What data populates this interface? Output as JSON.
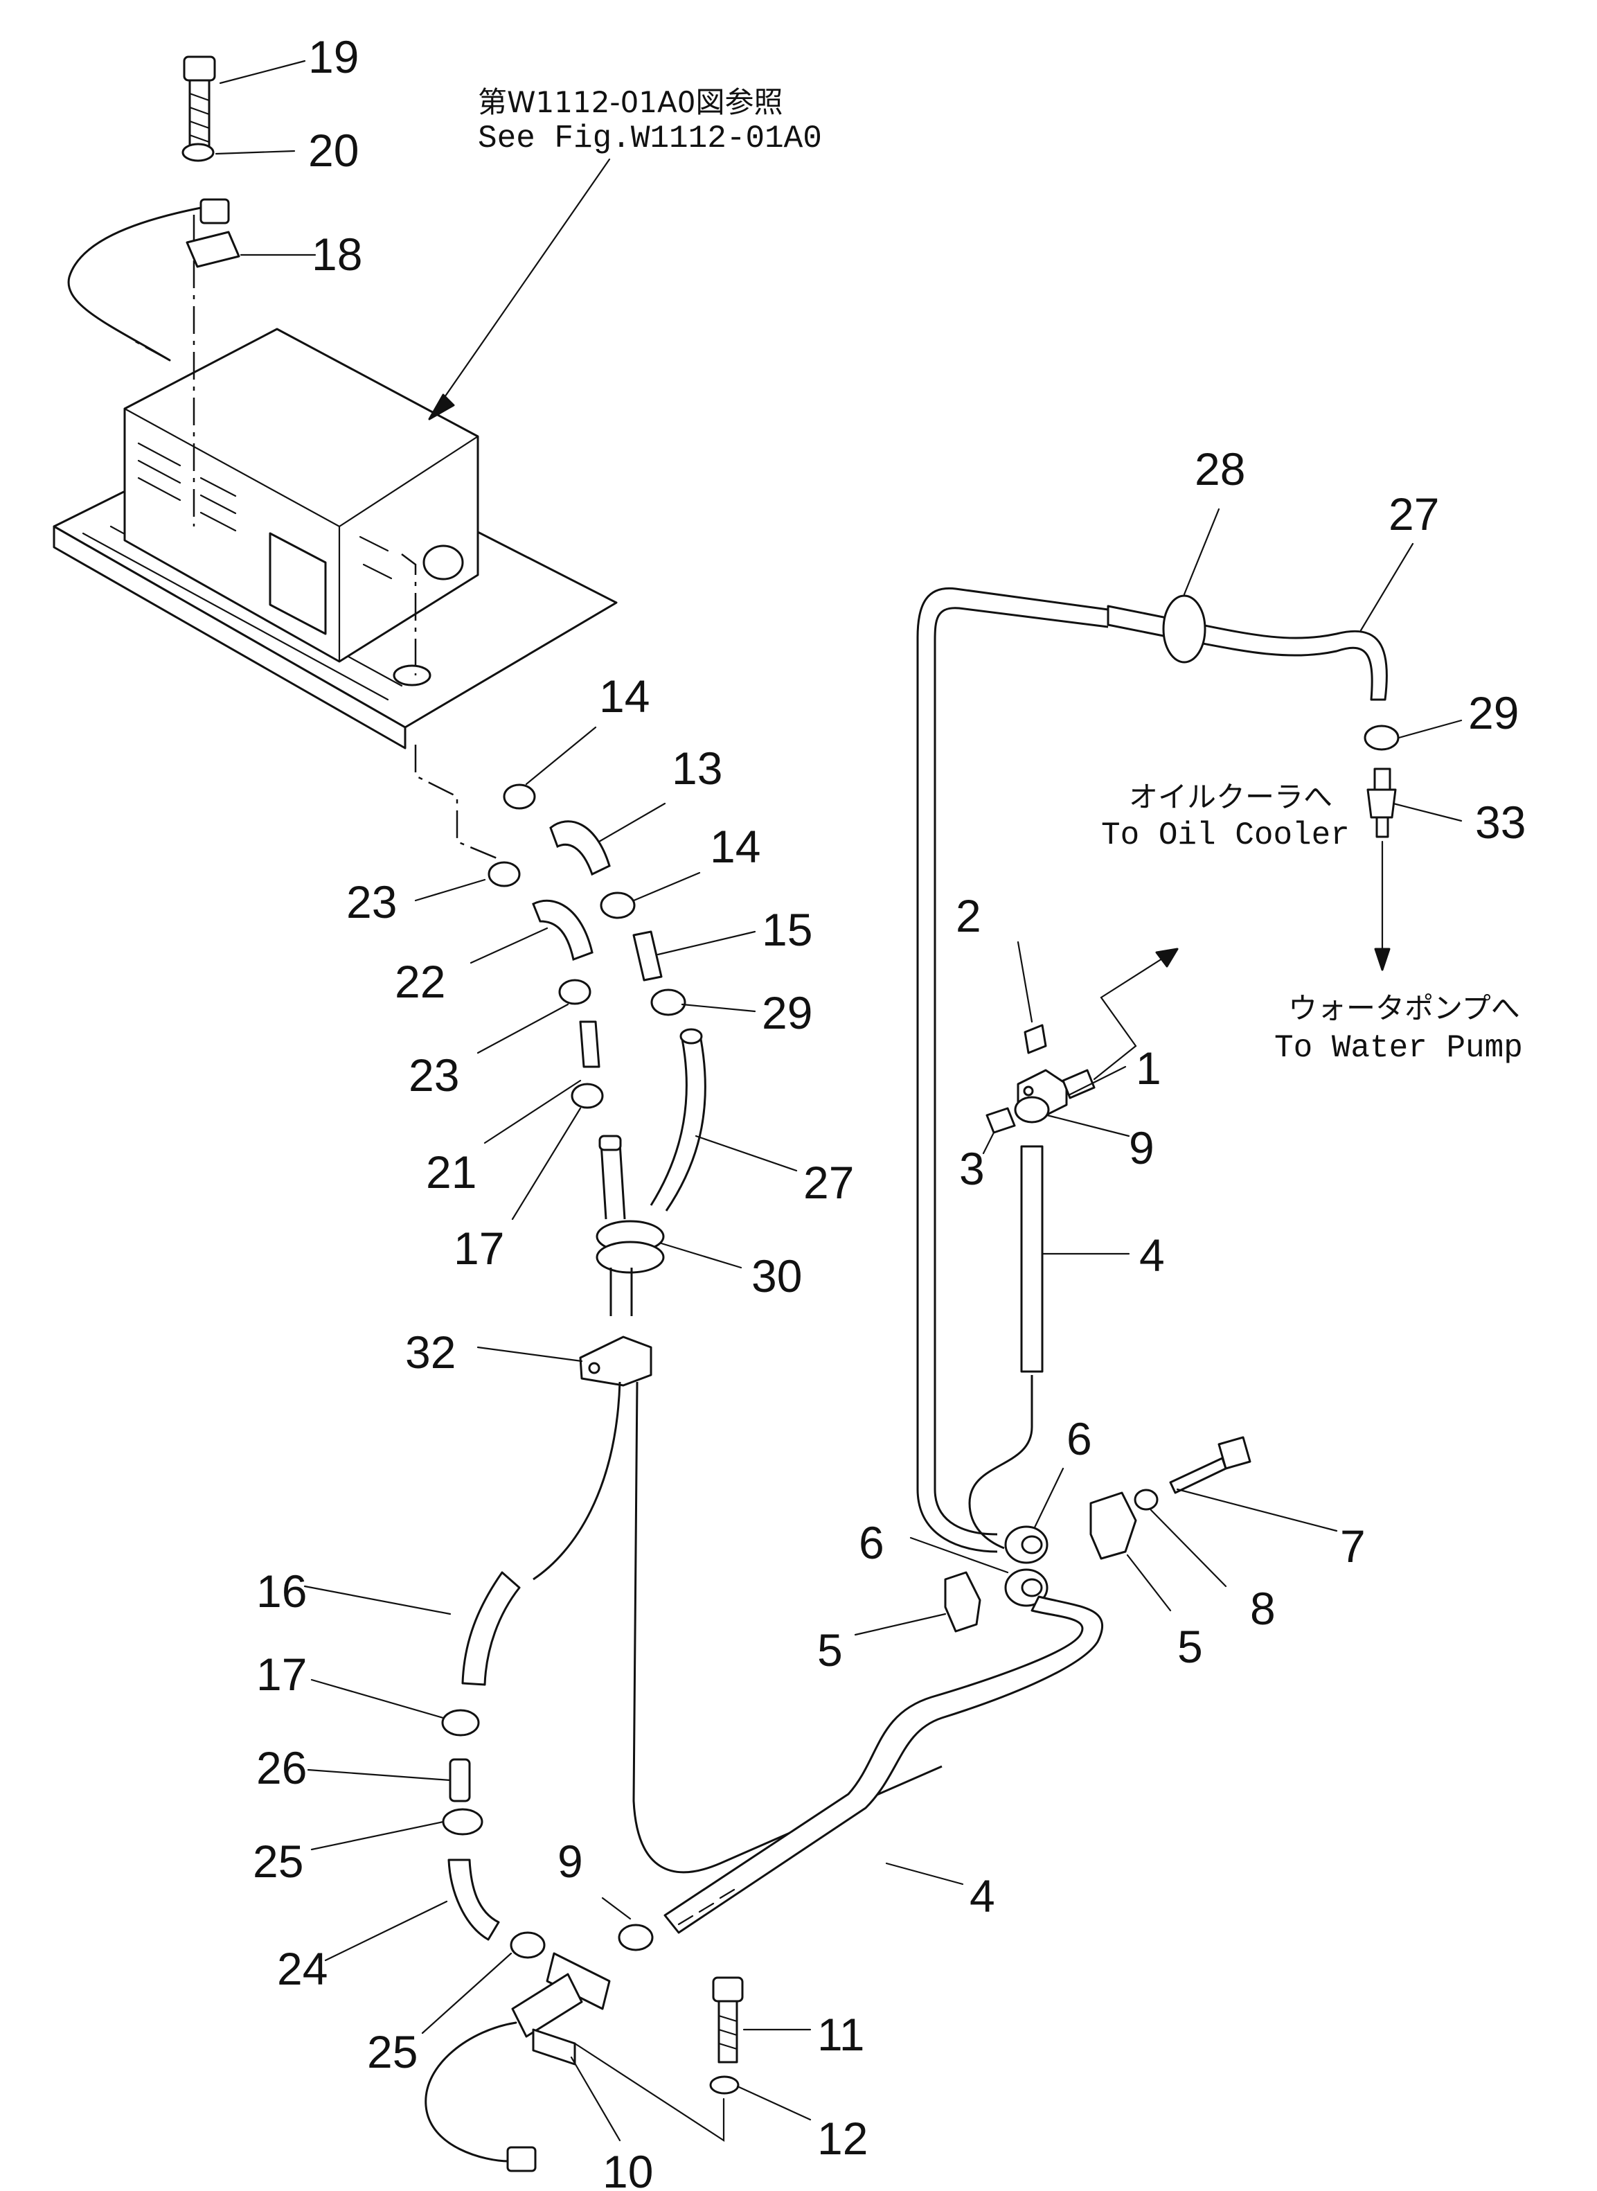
{
  "notes": {
    "see_fig_jp": "第W1112-01A0図参照",
    "see_fig_en": "See Fig.W1112-01A0",
    "oil_cooler_jp": "オイルクーラへ",
    "oil_cooler_en": "To Oil Cooler",
    "water_pump_jp": "ウォータポンプへ",
    "water_pump_en": "To Water Pump"
  },
  "callouts": {
    "c19": "19",
    "c20": "20",
    "c18": "18",
    "c28": "28",
    "c27a": "27",
    "c29a": "29",
    "c33": "33",
    "c14a": "14",
    "c13": "13",
    "c14b": "14",
    "c15": "15",
    "c23a": "23",
    "c22": "22",
    "c23b": "23",
    "c29b": "29",
    "c21": "21",
    "c17a": "17",
    "c27b": "27",
    "c30": "30",
    "c2": "2",
    "c1": "1",
    "c3": "3",
    "c9a": "9",
    "c4a": "4",
    "c32": "32",
    "c6a": "6",
    "c6b": "6",
    "c7": "7",
    "c8": "8",
    "c5a": "5",
    "c5b": "5",
    "c16": "16",
    "c17b": "17",
    "c26": "26",
    "c25a": "25",
    "c24": "24",
    "c25b": "25",
    "c9b": "9",
    "c4b": "4",
    "c11": "11",
    "c12": "12",
    "c10": "10"
  }
}
